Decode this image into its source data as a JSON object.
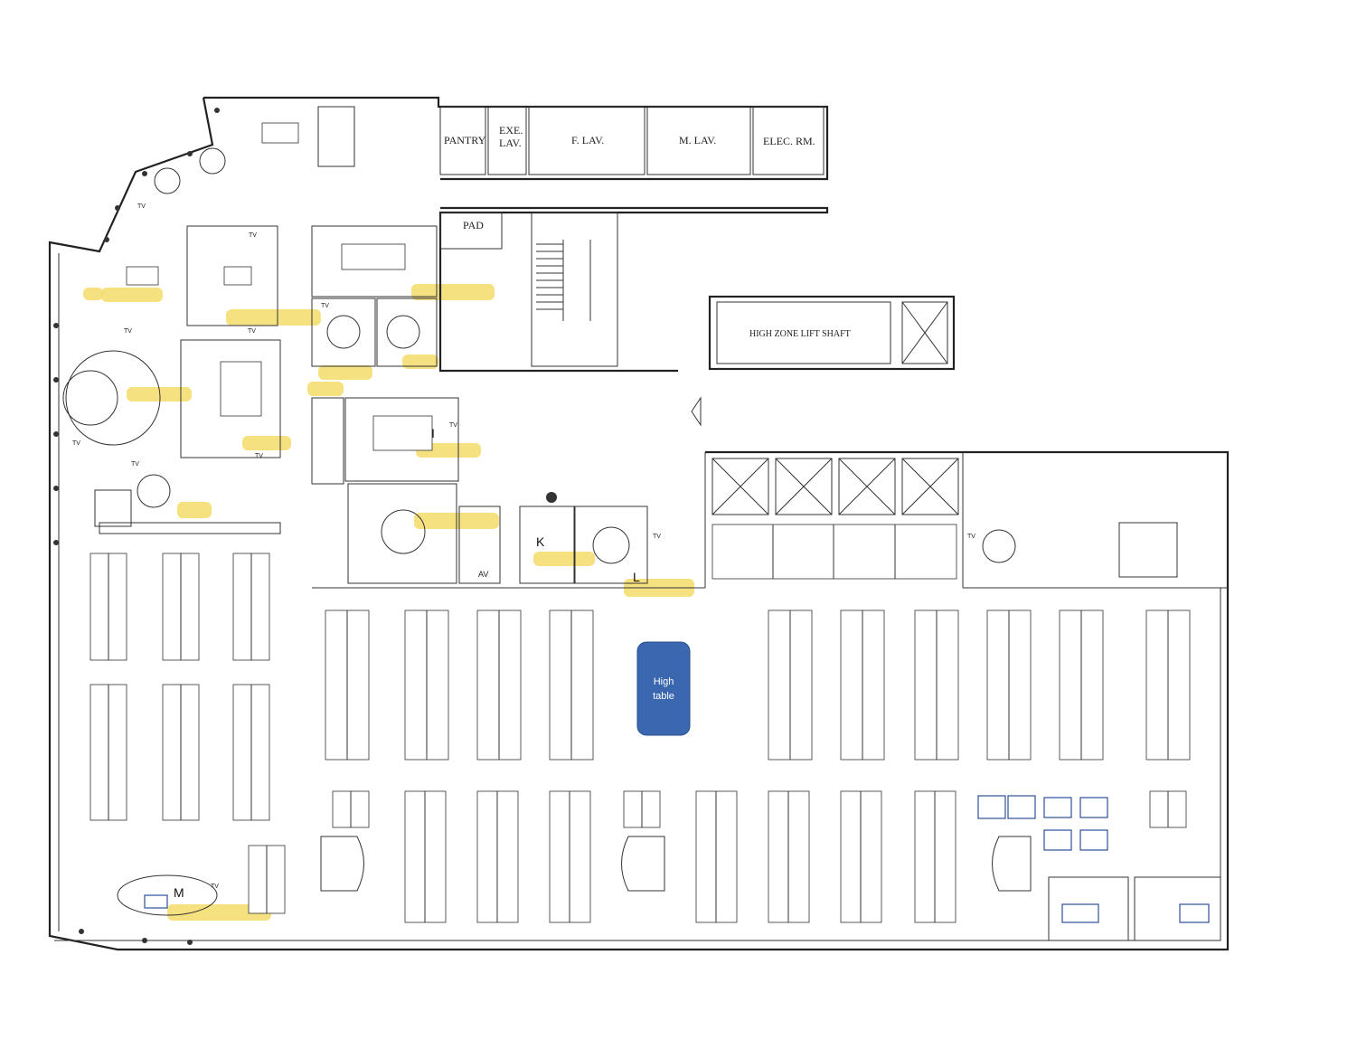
{
  "rooms": {
    "pantry": "PANTRY",
    "exe_lav_line1": "EXE.",
    "exe_lav_line2": "LAV.",
    "f_lav": "F. LAV.",
    "m_lav": "M. LAV.",
    "elec_rm": "ELEC. RM.",
    "pad": "PAD",
    "lift_shaft": "HIGH ZONE LIFT SHAFT",
    "av": "AV"
  },
  "markers": {
    "i": "I",
    "k": "K",
    "l": "L",
    "m": "M"
  },
  "tv_label": "TV",
  "high_table": {
    "line1": "High",
    "line2": "table",
    "color": "#3a67b0"
  },
  "colors": {
    "highlight": "#f5dc6a",
    "wall": "#222222",
    "blue_outline": "#2f4f9a"
  }
}
